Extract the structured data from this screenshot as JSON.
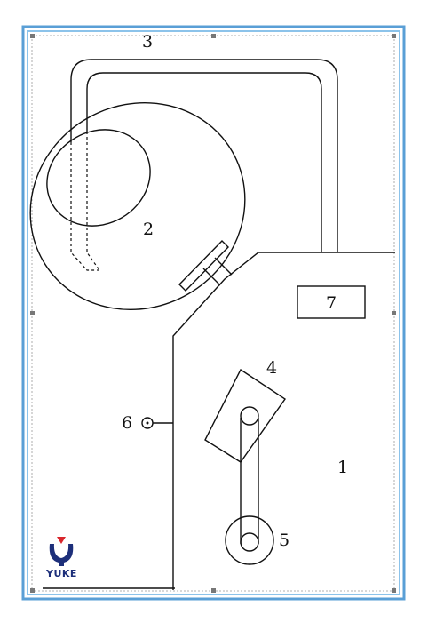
{
  "labels": {
    "part_1": "1",
    "part_2": "2",
    "part_3": "3",
    "part_4": "4",
    "part_5": "5",
    "part_6": "6",
    "part_7": "7"
  },
  "logo": {
    "text": "YUKE"
  },
  "colors": {
    "frame_outer": "#5a9fd6",
    "frame_inner": "#8cc3ea",
    "handle": "#777777",
    "logo_blue": "#1d2f7a",
    "logo_red": "#d9262c",
    "line": "#111111"
  }
}
